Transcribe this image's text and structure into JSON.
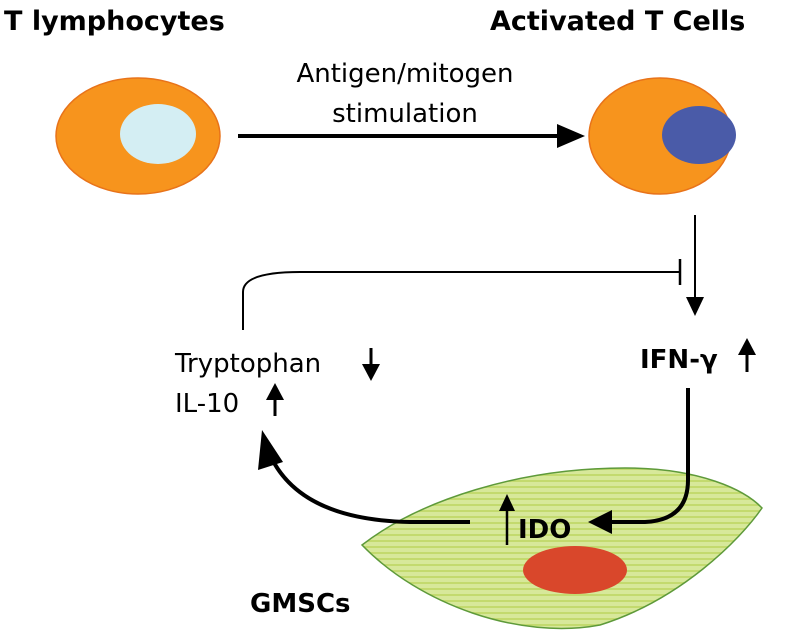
{
  "labels": {
    "t_lymphocytes": "T lymphocytes",
    "activated_t_cells": "Activated T Cells",
    "stimulation_line1": "Antigen/mitogen",
    "stimulation_line2": "stimulation",
    "tryptophan": "Tryptophan",
    "il10": "IL-10",
    "ifn_gamma": "IFN-γ",
    "ido": "IDO",
    "gmscs": "GMSCs"
  },
  "colors": {
    "cell_body": "#f7941d",
    "cell_border": "#e8731a",
    "resting_nucleus": "#d4eef3",
    "activated_nucleus": "#4a5ba8",
    "gmsc_fill": "#d7e89a",
    "gmsc_stripe": "#c3da6e",
    "gmsc_border": "#5e9a3a",
    "gmsc_nucleus": "#d9472b"
  }
}
